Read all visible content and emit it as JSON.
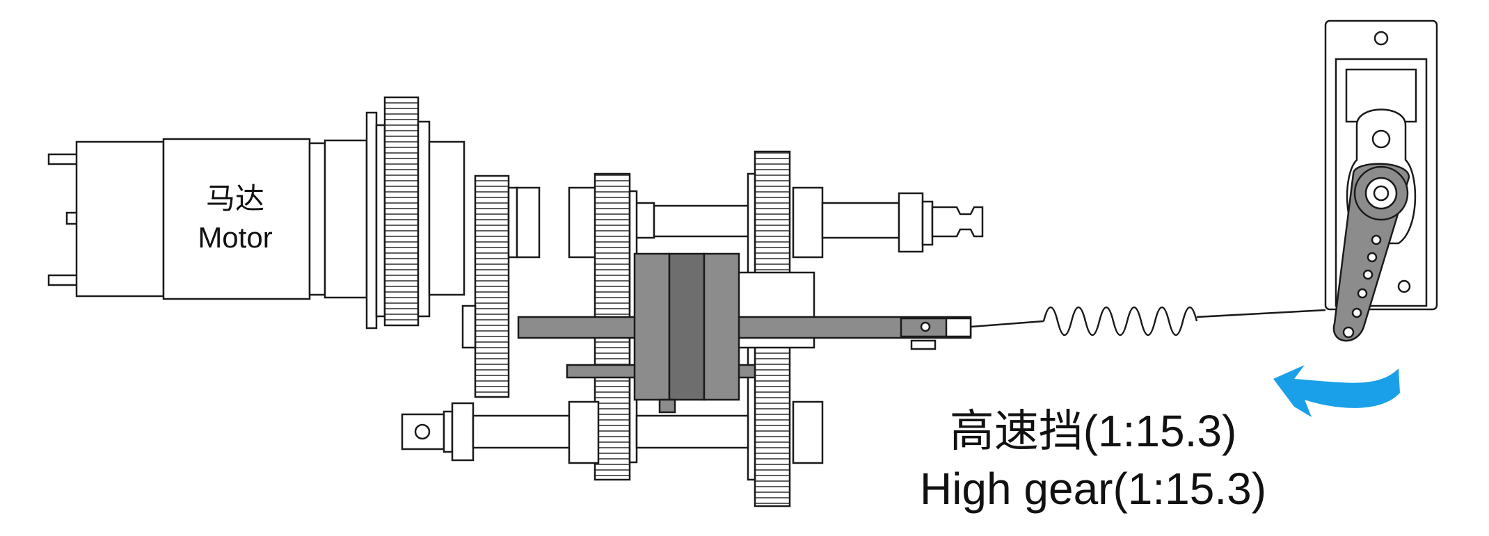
{
  "labels": {
    "motor_cn": "马达",
    "motor_en": "Motor",
    "gear_cn": "高速挡(1:15.3)",
    "gear_en": "High gear(1:15.3)"
  },
  "colors": {
    "line": "#1a1a1a",
    "part_fill": "#ffffff",
    "shift_gray": "#8c8c8c",
    "shift_dark": "#6e6e6e",
    "arrow_blue": "#1aa0e8"
  },
  "icons": {
    "rotation_arrow": "curved-arrow-icon"
  }
}
